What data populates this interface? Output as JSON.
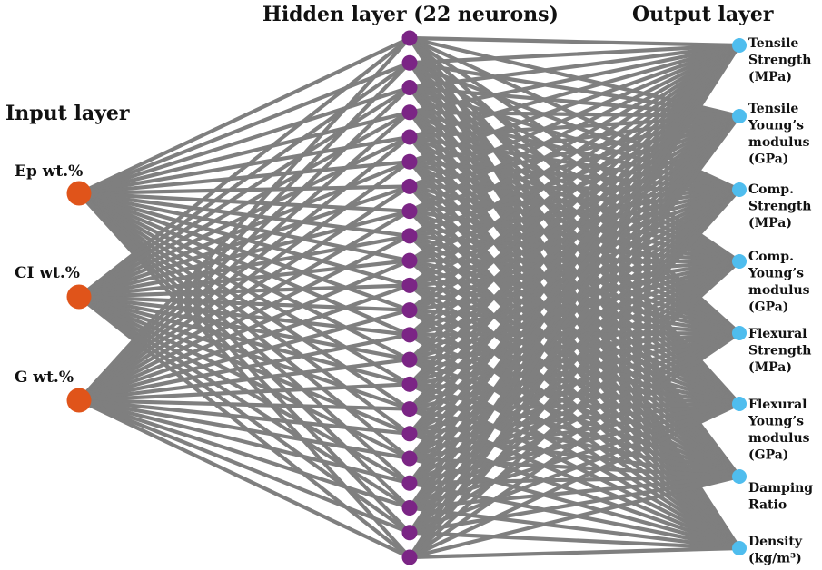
{
  "diagram": {
    "input_title": "Input layer",
    "hidden_title": "Hidden layer (22 neurons)",
    "output_title": "Output layer",
    "hidden_count": 22,
    "inputs": [
      "Ep wt.%",
      "CI wt.%",
      "G wt.%"
    ],
    "outputs": [
      [
        "Tensile",
        "Strength",
        "(MPa)"
      ],
      [
        "Tensile",
        "Young’s",
        "modulus",
        "(GPa)"
      ],
      [
        "Comp.",
        "Strength",
        "(MPa)"
      ],
      [
        "Comp.",
        "Young’s",
        "modulus",
        "(GPa)"
      ],
      [
        "Flexural",
        "Strength",
        "(MPa)"
      ],
      [
        "Flexural",
        "Young’s",
        "modulus",
        "(GPa)"
      ],
      [
        "Damping",
        "Ratio"
      ],
      [
        "Density",
        "(kg/m³)"
      ]
    ],
    "colors": {
      "edge": "#7f7f7f",
      "input_node": "#e0541a",
      "hidden_node": "#7b2585",
      "output_node": "#4fbdee"
    }
  }
}
